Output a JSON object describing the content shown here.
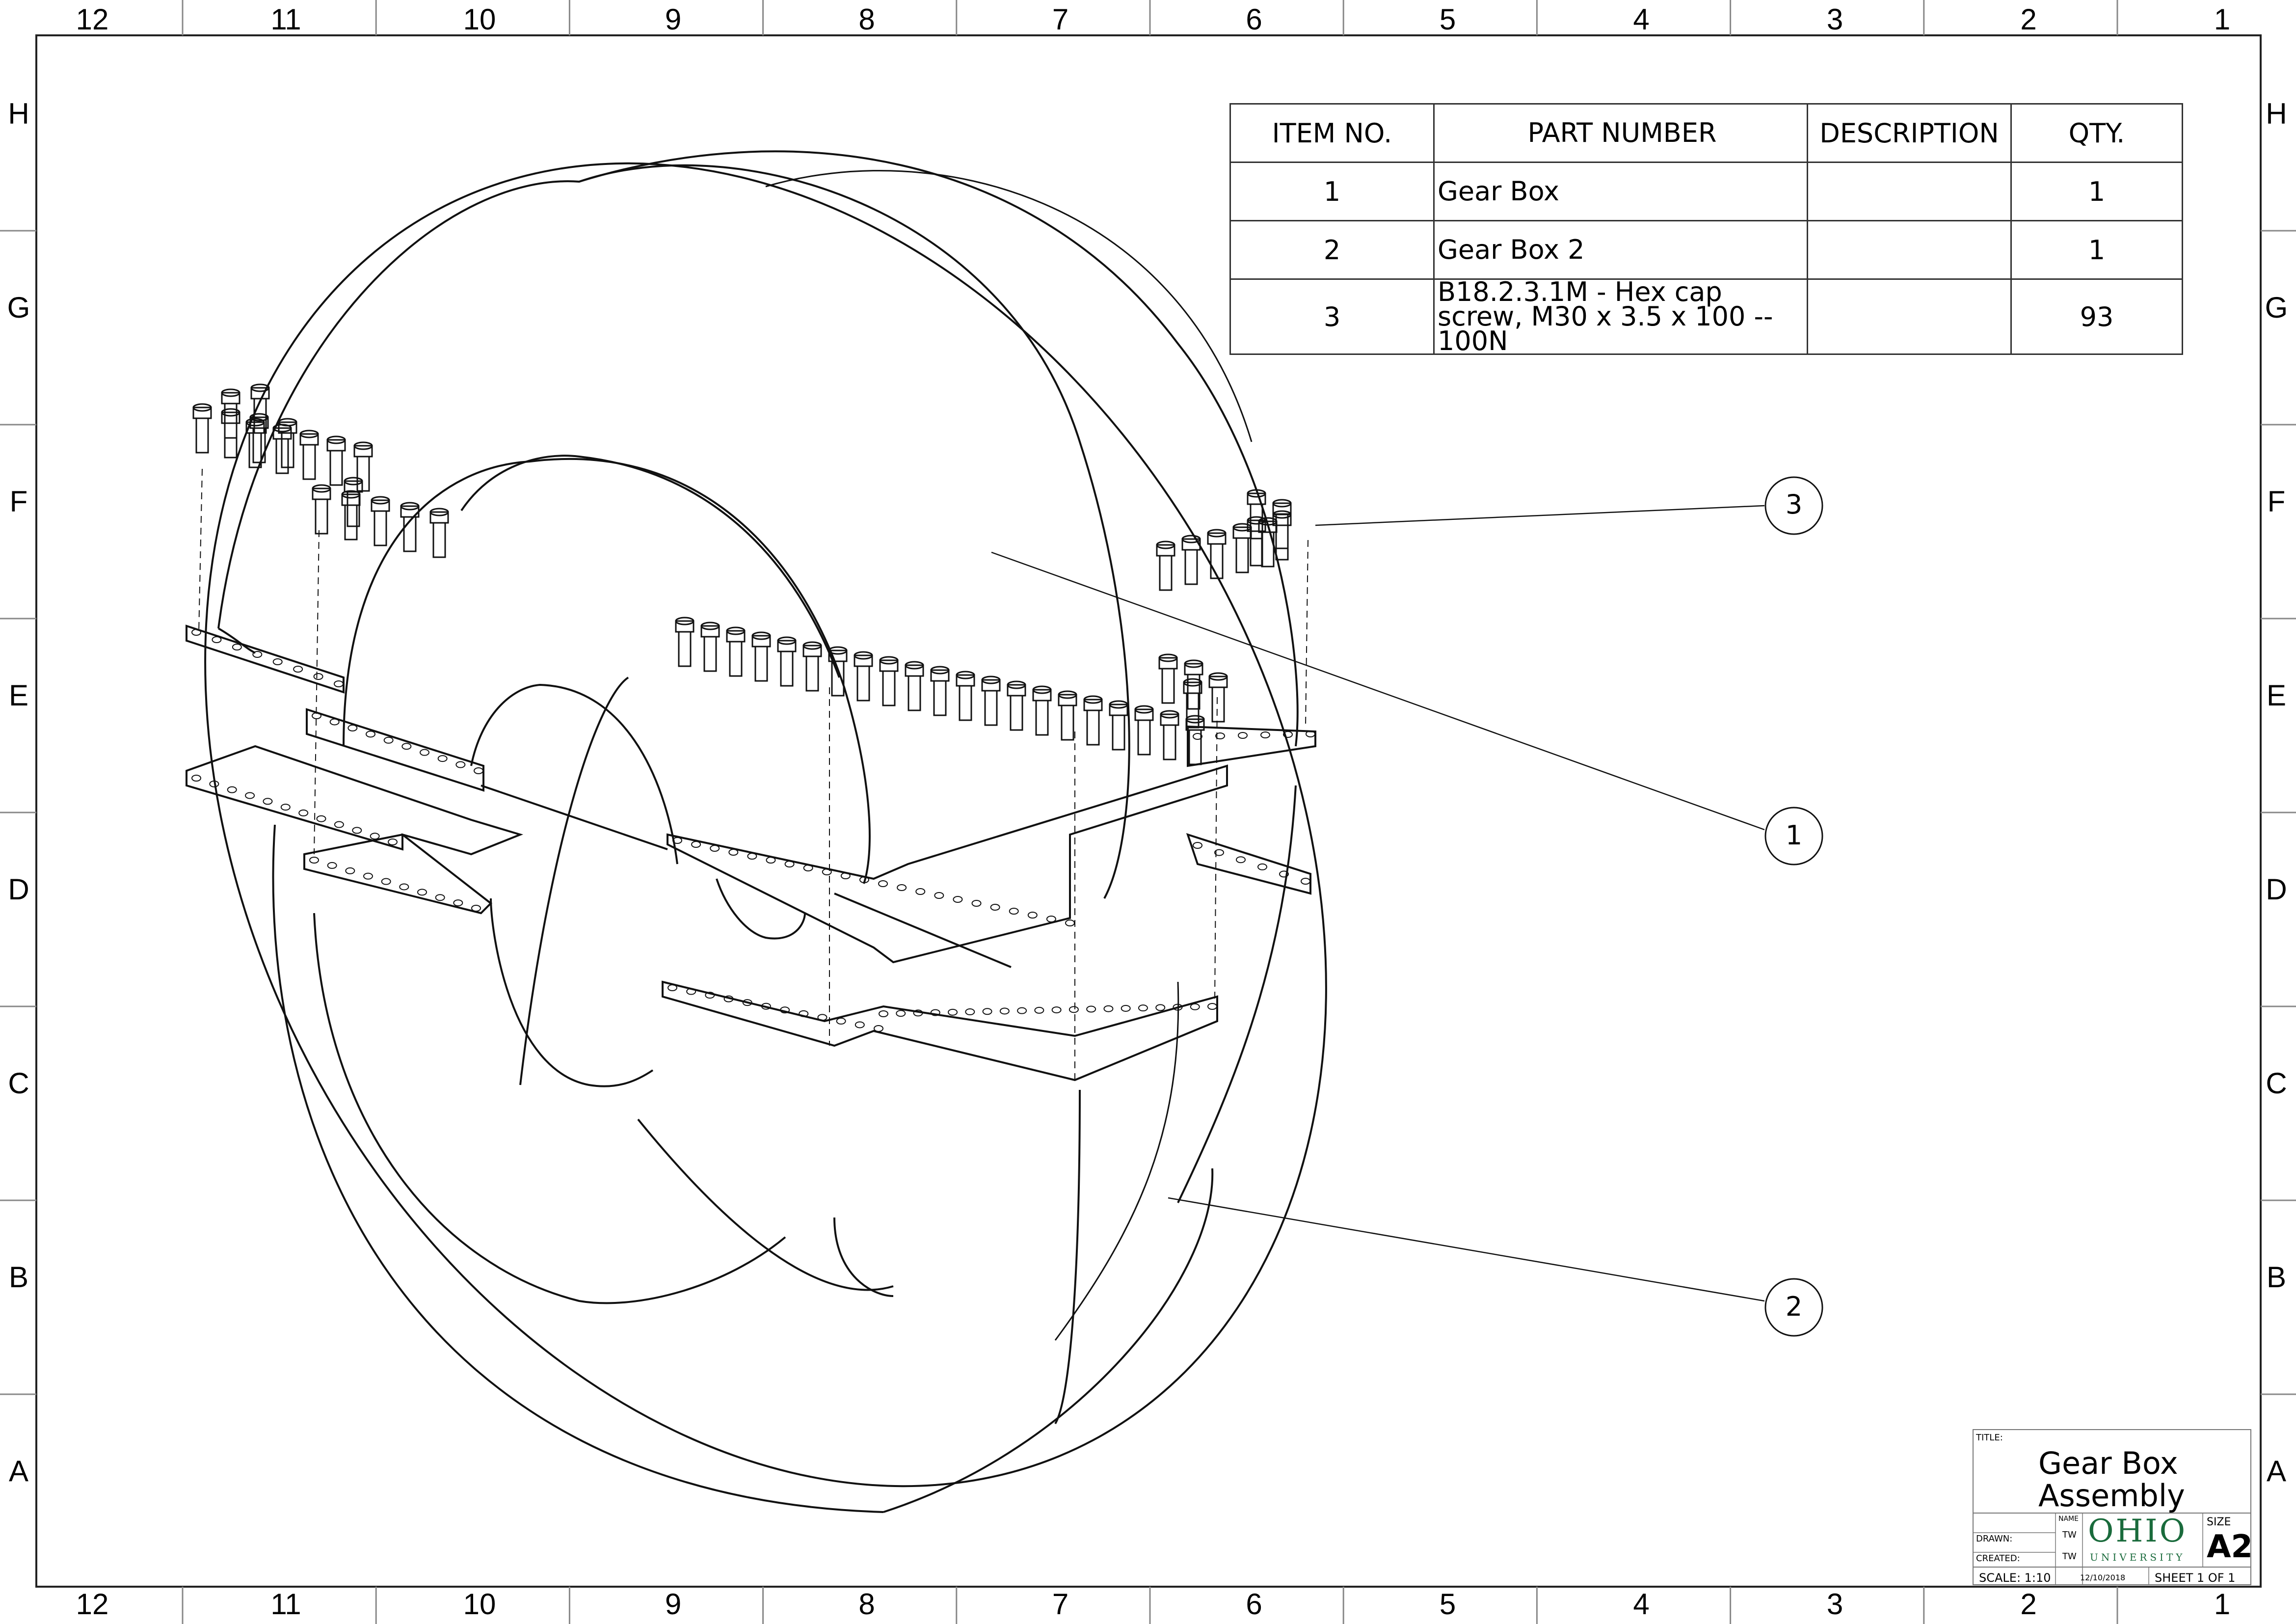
{
  "drawing": {
    "zone_columns": [
      "12",
      "11",
      "10",
      "9",
      "8",
      "7",
      "6",
      "5",
      "4",
      "3",
      "2",
      "1"
    ],
    "zone_rows": [
      "H",
      "G",
      "F",
      "E",
      "D",
      "C",
      "B",
      "A"
    ]
  },
  "bom": {
    "headers": {
      "item_no": "ITEM NO.",
      "part_number": "PART NUMBER",
      "description": "DESCRIPTION",
      "qty": "QTY."
    },
    "rows": [
      {
        "item_no": "1",
        "part_number": "Gear Box",
        "description": "",
        "qty": "1"
      },
      {
        "item_no": "2",
        "part_number": "Gear Box 2",
        "description": "",
        "qty": "1"
      },
      {
        "item_no": "3",
        "part_number": "B18.2.3.1M - Hex cap screw, M30 x 3.5 x 100 -- 100N",
        "description": "",
        "qty": "93"
      }
    ]
  },
  "balloons": [
    "3",
    "1",
    "2"
  ],
  "title_block": {
    "title_label": "TITLE:",
    "title_line1": "Gear Box",
    "title_line2": "Assembly",
    "name_label": "NAME",
    "drawn_label": "DRAWN:",
    "drawn_by": "TW",
    "created_label": "CREATED:",
    "created_by": "TW",
    "university": "OHIO",
    "university_sub": "UNIVERSITY",
    "size_label": "SIZE",
    "size": "A2",
    "scale": "SCALE: 1:10",
    "date": "12/10/2018",
    "sheet": "SHEET 1 OF 1"
  },
  "colors": {
    "ohio_green": "#1a6b3c",
    "line": "#222222"
  }
}
